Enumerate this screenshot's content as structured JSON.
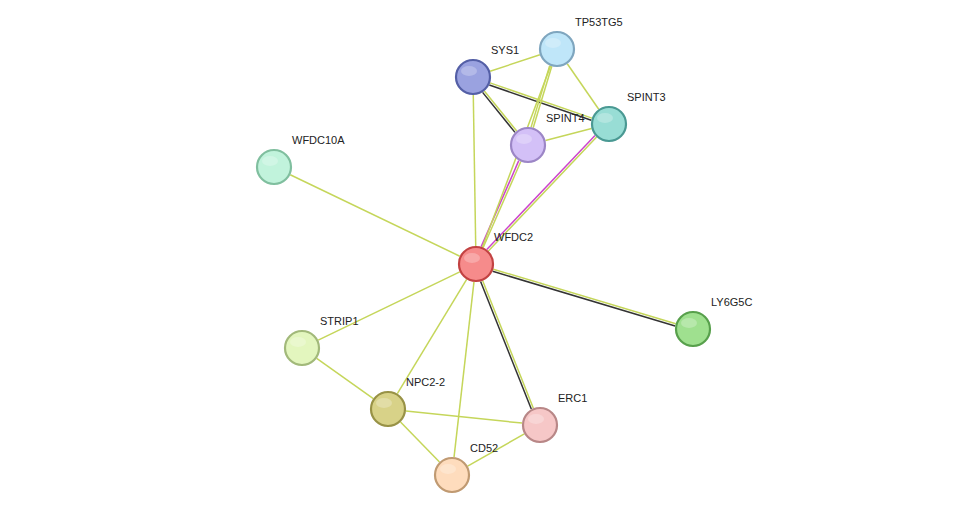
{
  "diagram": {
    "nodes": [
      {
        "text": [
          "TP53TG5"
        ]
      },
      {
        "text": [
          "SYS1"
        ]
      },
      {
        "text": [
          "SPINT3"
        ]
      },
      {
        "text": [
          "SPINT4"
        ]
      },
      {
        "text": [
          "WFDC10A"
        ]
      },
      {
        "text": [
          "WFDC2"
        ]
      },
      {
        "text": [
          "LY6G5C"
        ]
      },
      {
        "text": [
          "STRIP1"
        ]
      },
      {
        "text": [
          "NPC2-2"
        ]
      },
      {
        "text": [
          "ERC1"
        ]
      },
      {
        "text": [
          "CD52"
        ]
      }
    ],
    "edges": [
      {
        "from": 1,
        "to": 0,
        "arrow": "none"
      },
      {
        "from": 1,
        "to": 2,
        "arrow": "none"
      },
      {
        "from": 1,
        "to": 3,
        "arrow": "none"
      },
      {
        "from": 0,
        "to": 3,
        "arrow": "none"
      },
      {
        "from": 0,
        "to": 2,
        "arrow": "none"
      },
      {
        "from": 3,
        "to": 2,
        "arrow": "none"
      },
      {
        "from": 1,
        "to": 5,
        "arrow": "none"
      },
      {
        "from": 3,
        "to": 5,
        "arrow": "none"
      },
      {
        "from": 2,
        "to": 5,
        "arrow": "none"
      },
      {
        "from": 0,
        "to": 5,
        "arrow": "none"
      },
      {
        "from": 4,
        "to": 5,
        "arrow": "none"
      },
      {
        "from": 5,
        "to": 6,
        "arrow": "none"
      },
      {
        "from": 5,
        "to": 7,
        "arrow": "none"
      },
      {
        "from": 5,
        "to": 8,
        "arrow": "none"
      },
      {
        "from": 5,
        "to": 10,
        "arrow": "none"
      },
      {
        "from": 5,
        "to": 9,
        "arrow": "none"
      },
      {
        "from": 7,
        "to": 8,
        "arrow": "none"
      },
      {
        "from": 8,
        "to": 9,
        "arrow": "none"
      },
      {
        "from": 8,
        "to": 10,
        "arrow": "none"
      },
      {
        "from": 10,
        "to": 9,
        "arrow": "none"
      }
    ]
  }
}
